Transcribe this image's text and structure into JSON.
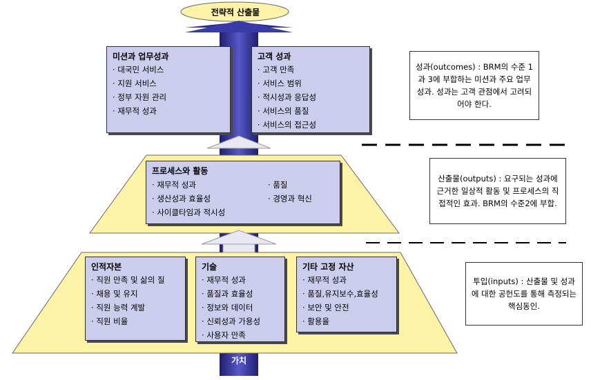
{
  "top_goal": "전략적 산출물",
  "bottom_value": "가치",
  "outcomes": {
    "mission": {
      "title": "미션과 업무성과",
      "items": [
        "대국민 서비스",
        "지원 서비스",
        "정부 자원 관리",
        "재무적 성과"
      ]
    },
    "customer": {
      "title": "고객 성과",
      "items": [
        "고객 만족",
        "서비스 범위",
        "적시성과 응답성",
        "서비스의 품질",
        "서비스의 접근성"
      ]
    }
  },
  "process": {
    "title": "프로세스와 활동",
    "left_items": [
      "재무적 성과",
      "생산성과 효율성",
      "사이클타임과 적시성"
    ],
    "right_items": [
      "품질",
      "경영과 혁신"
    ]
  },
  "inputs": {
    "human": {
      "title": "인적자본",
      "items": [
        "직원 만족 및 삶의 질",
        "채용 및 유지",
        "직원 능력 계발",
        "직원 비율"
      ]
    },
    "tech": {
      "title": "기술",
      "items": [
        "재무적 성과",
        "품질과 효율성",
        "정보와 데이터",
        "신뢰성과 가용성",
        "사용자 만족"
      ]
    },
    "assets": {
      "title": "기타 고정 자산",
      "items": [
        "재무적 성과",
        "품질,유지보수,효율성",
        "보안 및 안전",
        "활용율"
      ]
    }
  },
  "notes": {
    "outcomes": "성과(outcomes) : BRM의 수준 1과 3에 부합하는 미션과 주요 업무 성과. 성과는 고객 관점에서 고려되어야 한다.",
    "outputs": "산출물(outputs) : 요구되는 성과에 근거한 일상적 활동 및 프로세스의 직접적인 효과. BRM의 수준2에 부합.",
    "inputs": "투입(inputs) : 산출물 및 성과에 대한 공헌도를 통해 측정되는 핵심동인."
  },
  "colors": {
    "box": "#ccccec",
    "trapezoid": "#fff3a8",
    "arrow": "#2d2d8c"
  }
}
